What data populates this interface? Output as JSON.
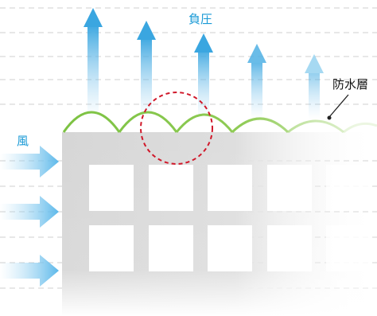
{
  "labels": {
    "negative_pressure": "負圧",
    "waterproof_layer": "防水層",
    "wind": "風"
  },
  "colors": {
    "label_blue": "#1a9ad6",
    "arrow_blue": "#3aa6e0",
    "membrane_green": "#7cc242",
    "highlight_red": "#d0182a",
    "building_gray": "#d8d8d8",
    "grid_line": "#c9c9c9"
  },
  "icons": {
    "up_arrow": "upward-arrow-icon",
    "wind_arrow": "right-arrow-icon"
  }
}
